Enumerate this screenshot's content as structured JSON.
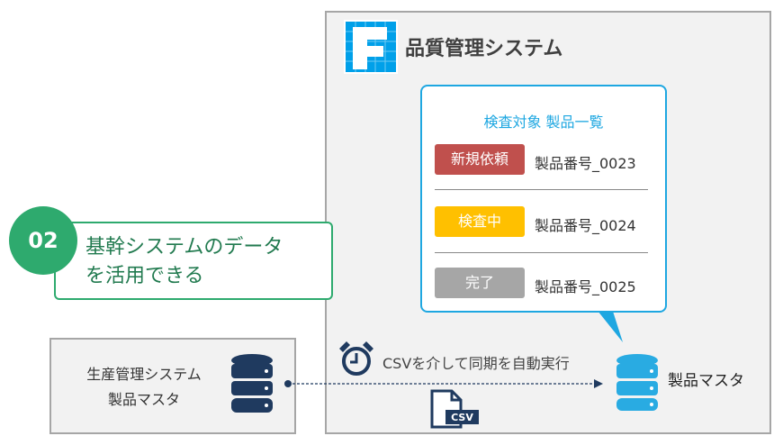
{
  "system": {
    "title": "品質管理システム",
    "logo_letter": "F"
  },
  "card": {
    "title": "検査対象 製品一覧",
    "rows": [
      {
        "status": "新規依頼",
        "product": "製品番号_0023",
        "color": "#c0504d"
      },
      {
        "status": "検査中",
        "product": "製品番号_0024",
        "color": "#ffc000"
      },
      {
        "status": "完了",
        "product": "製品番号_0025",
        "color": "#a6a6a6"
      }
    ]
  },
  "callout": {
    "number": "02",
    "line1": "基幹システムのデータ",
    "line2": "を活用できる"
  },
  "source": {
    "line1": "生産管理システム",
    "line2": "製品マスタ"
  },
  "sync": {
    "label": "CSVを介して同期を自動実行",
    "file_label": "CSV"
  },
  "target": {
    "label": "製品マスタ"
  }
}
